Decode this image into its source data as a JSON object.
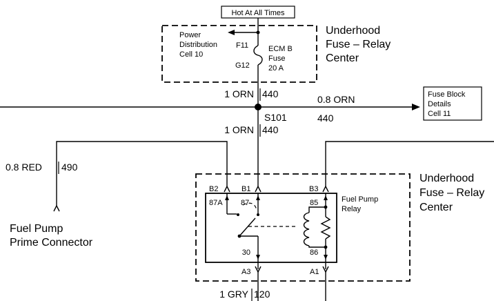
{
  "hot_label": "Hot At All Times",
  "top_box": {
    "title": [
      "Underhood",
      "Fuse – Relay",
      "Center"
    ],
    "pdc_label": [
      "Power",
      "Distribution",
      "Cell 10"
    ],
    "pin_top": "F11",
    "pin_bottom": "G12",
    "fuse_label": [
      "ECM B",
      "Fuse",
      "20 A"
    ]
  },
  "wires": {
    "upper_main": {
      "gauge": "1 ORN",
      "circuit": "440"
    },
    "splice": "S101",
    "branch_right": {
      "gauge": "0.8 ORN",
      "circuit": "440"
    },
    "lower_main": {
      "gauge": "1 ORN",
      "circuit": "440"
    },
    "prime": {
      "gauge": "0.8 RED",
      "circuit": "490"
    },
    "ground": {
      "gauge": "1 GRY",
      "circuit": "120"
    }
  },
  "fuse_block_ref": [
    "Fuse Block",
    "Details",
    "Cell 11"
  ],
  "prime_connector": [
    "Fuel Pump",
    "Prime Connector"
  ],
  "relay_box": {
    "title": [
      "Underhood",
      "Fuse – Relay",
      "Center"
    ],
    "relay_name": [
      "Fuel Pump",
      "Relay"
    ],
    "connectors": {
      "b2": "B2",
      "b1": "B1",
      "b3": "B3",
      "a3": "A3",
      "a1": "A1"
    },
    "terminals": {
      "t87a": "87A",
      "t87": "87",
      "t85": "85",
      "t30": "30",
      "t86": "86"
    }
  },
  "colors": {
    "ink": "#000000",
    "background": "#ffffff"
  }
}
